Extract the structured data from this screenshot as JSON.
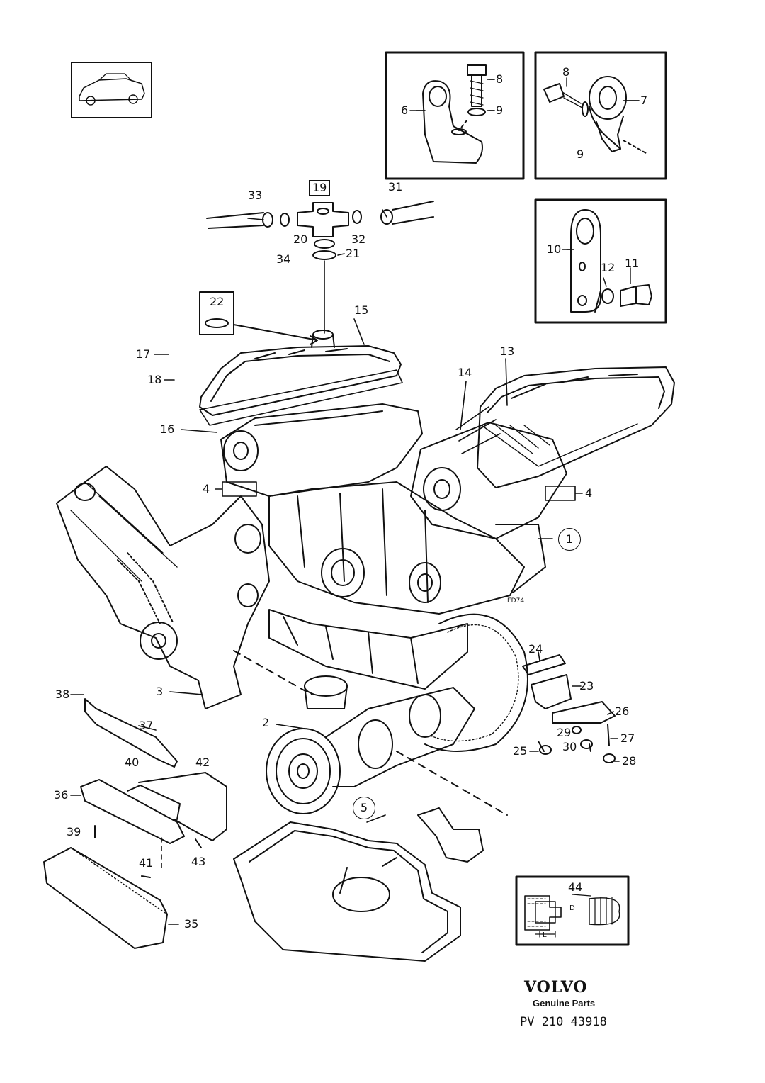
{
  "callouts": {
    "c1": "1",
    "c2": "2",
    "c3": "3",
    "c4a": "4",
    "c4b": "4",
    "c5": "5",
    "c6": "6",
    "c7": "7",
    "c8a": "8",
    "c8b": "8",
    "c9a": "9",
    "c9b": "9",
    "c10": "10",
    "c11": "11",
    "c12": "12",
    "c13": "13",
    "c14": "14",
    "c15": "15",
    "c16": "16",
    "c17": "17",
    "c18": "18",
    "c19": "19",
    "c20": "20",
    "c21": "21",
    "c22": "22",
    "c23": "23",
    "c24": "24",
    "c25": "25",
    "c26": "26",
    "c27": "27",
    "c28": "28",
    "c29": "29",
    "c30": "30",
    "c31": "31",
    "c32": "32",
    "c33": "33",
    "c34": "34",
    "c35": "35",
    "c36": "36",
    "c37": "37",
    "c38": "38",
    "c39": "39",
    "c40": "40",
    "c41": "41",
    "c42": "42",
    "c43": "43",
    "c44": "44",
    "dimD": "D",
    "dimL": "L",
    "sig": "ED74"
  },
  "footer": {
    "brand": "VOLVO",
    "tagline": "Genuine Parts",
    "part_number": "PV 210 43918"
  }
}
